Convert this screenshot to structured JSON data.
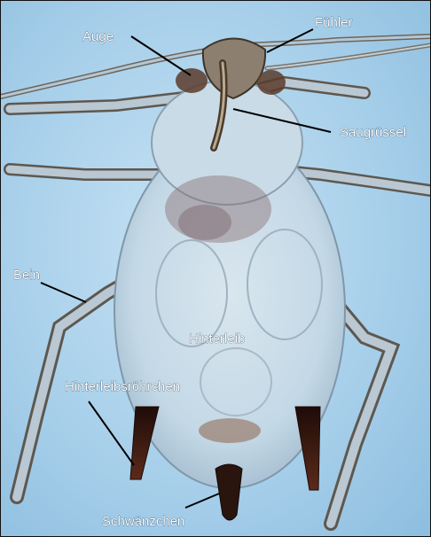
{
  "labels": {
    "auge": "Auge",
    "fuehler": "Fühler",
    "saugruessel": "Saugrüssel",
    "bein": "Bein",
    "hinterleib": "Hinterleib",
    "hinterleibsroehrchen": "Hinterleibsröhrchen",
    "schwaenzchen": "Schwänzchen"
  },
  "colors": {
    "background": "#a9d0ea",
    "body": "#c8dbe8",
    "leg": "#6f6a60",
    "cornicle": "#3a1a12",
    "eye": "#5a3b2b",
    "label_text": "#ffffff",
    "leader_line": "#000000"
  }
}
